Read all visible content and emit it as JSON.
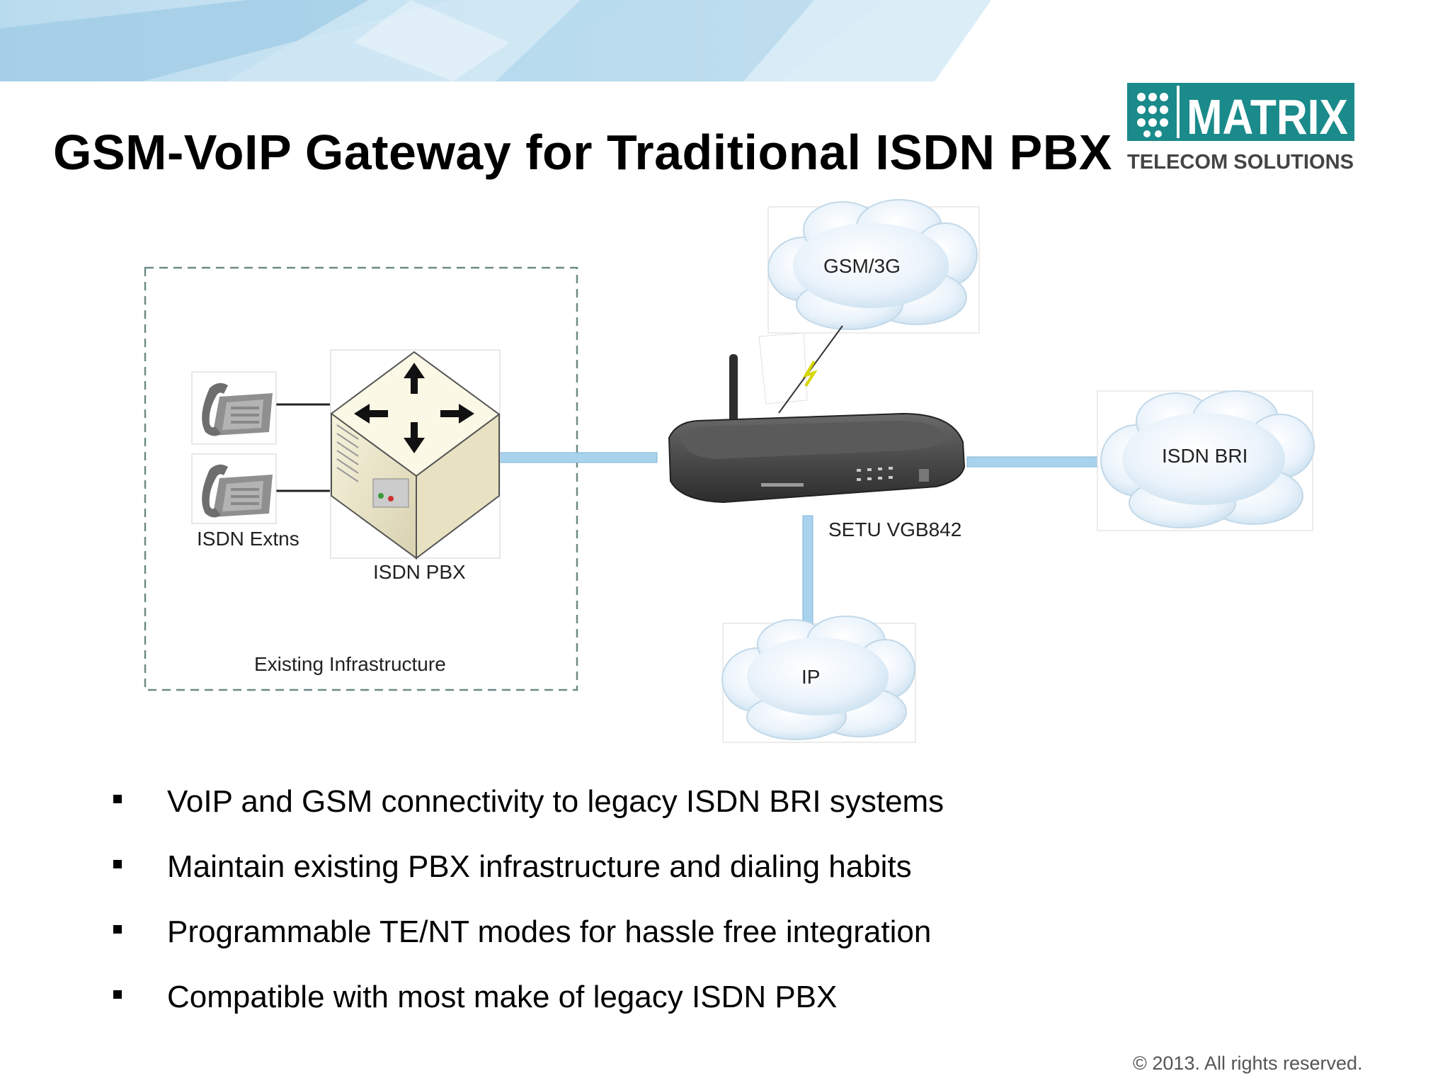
{
  "slide": {
    "title": "GSM-VoIP Gateway for Traditional ISDN PBX",
    "copyright": "© 2013. All rights reserved."
  },
  "logo": {
    "brand": "MATRIX",
    "tagline": "TELECOM SOLUTIONS",
    "color": "#1a8a8a"
  },
  "diagram": {
    "existing_infrastructure_label": "Existing Infrastructure",
    "isdn_extns_label": "ISDN Extns",
    "isdn_pbx_label": "ISDN PBX",
    "gateway_label": "SETU VGB842",
    "cloud_gsm_label": "GSM/3G",
    "cloud_isdn_bri_label": "ISDN BRI",
    "cloud_ip_label": "IP",
    "line_color": "#a9d3ec"
  },
  "bullets": [
    {
      "text": "VoIP and GSM connectivity to legacy ISDN BRI systems"
    },
    {
      "text": " Maintain existing PBX infrastructure and dialing habits"
    },
    {
      "text": "Programmable TE/NT modes for hassle free integration"
    },
    {
      "text": "Compatible with most make of legacy ISDN PBX"
    }
  ]
}
